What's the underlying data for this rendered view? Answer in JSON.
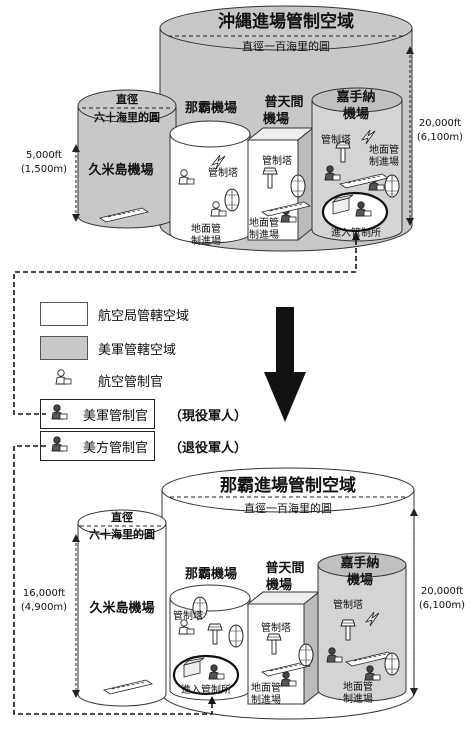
{
  "top": {
    "title": "沖縄進場管制空域",
    "diameter_label": "直徑一百海里的圓",
    "kume": {
      "diameter_line1": "直徑",
      "diameter_line2": "六十海里的圓",
      "name": "久米島機場",
      "alt_ft": "5,000ft",
      "alt_m": "(1,500m)"
    },
    "naha": {
      "name": "那霸機場",
      "tower": "管制塔",
      "approach_line1": "地面管",
      "approach_line2": "制進場"
    },
    "futenma": {
      "name_line1": "普天間",
      "name_line2": "機場",
      "tower": "管制塔",
      "approach_line1": "地面管",
      "approach_line2": "制進場"
    },
    "kadena": {
      "name_line1": "嘉手納",
      "name_line2": "機場",
      "tower": "管制塔",
      "approach_line1": "地面管",
      "approach_line2": "制進場",
      "radar": "進入管制所"
    },
    "right_alt_ft": "20,000ft",
    "right_alt_m": "(6,100m)"
  },
  "legend": {
    "civil_airspace": "航空局管轄空域",
    "military_airspace": "美軍管轄空域",
    "civil_controller": "航空管制官",
    "us_military_controller": "美軍管制官",
    "us_military_note": "（現役軍人）",
    "us_side_controller": "美方管制官",
    "us_side_note": "（退役軍人）"
  },
  "bottom": {
    "title": "那霸進場管制空域",
    "diameter_label": "直徑一百海里的圓",
    "kume": {
      "diameter_line1": "直徑",
      "diameter_line2": "六十海里的圓",
      "name": "久米島機場",
      "alt_ft": "16,000ft",
      "alt_m": "(4,900m)"
    },
    "naha": {
      "name": "那霸機場",
      "tower": "管制塔",
      "radar": "進入管制所"
    },
    "futenma": {
      "name_line1": "普天間",
      "name_line2": "機場",
      "tower": "管制塔",
      "approach_line1": "地面管",
      "approach_line2": "制進場"
    },
    "kadena": {
      "name_line1": "嘉手納",
      "name_line2": "機場",
      "tower": "管制塔",
      "approach_line1": "地面管",
      "approach_line2": "制進場"
    },
    "right_alt_ft": "20,000ft",
    "right_alt_m": "(6,100m)"
  },
  "colors": {
    "us_airspace": "#c8c8c8",
    "civil_airspace": "#ffffff",
    "outline": "#333333"
  },
  "icons": [
    "controller-figure-icon",
    "control-tower-icon",
    "lightning-icon",
    "radar-dish-icon",
    "runway-icon",
    "arrow-down-icon"
  ]
}
